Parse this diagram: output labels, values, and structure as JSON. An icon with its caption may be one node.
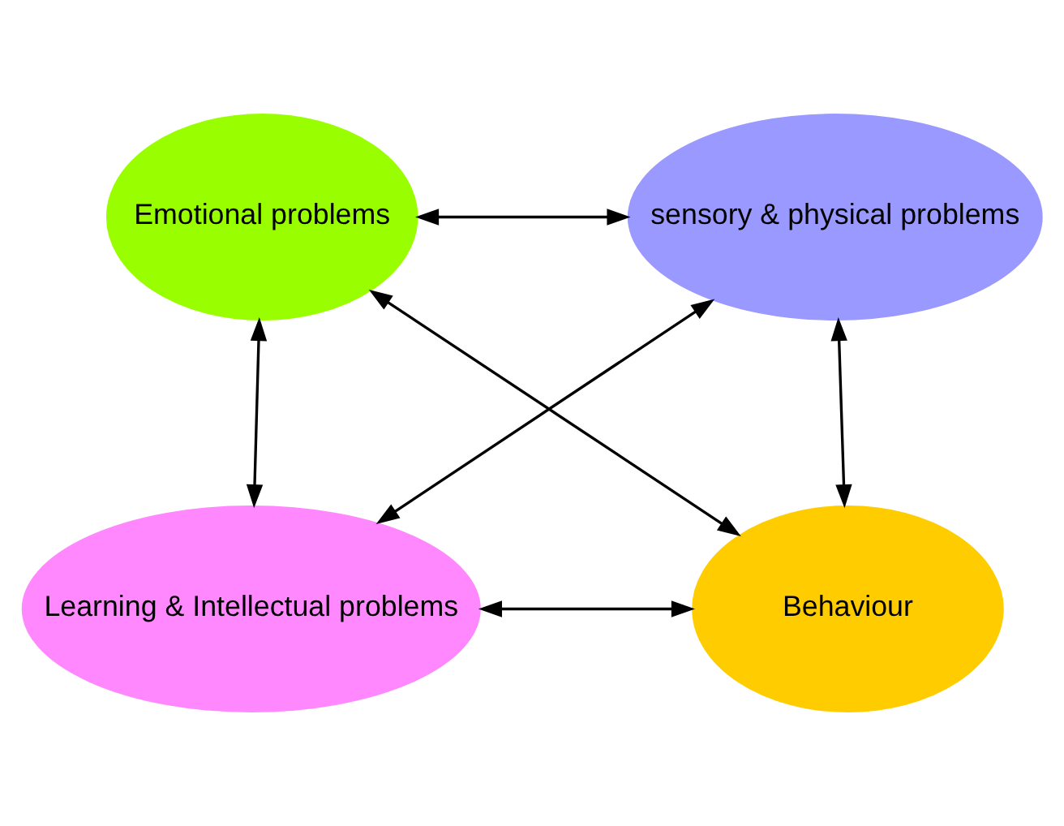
{
  "diagram": {
    "nodes": [
      {
        "text": [
          "Emotional problems"
        ]
      },
      {
        "text": [
          "sensory & physical problems"
        ]
      },
      {
        "text": [
          "Learning & Intellectual problems"
        ]
      },
      {
        "text": [
          "Behaviour"
        ]
      }
    ],
    "edges": [
      {
        "from": 0,
        "to": 1,
        "arrow": "both"
      },
      {
        "from": 0,
        "to": 2,
        "arrow": "both"
      },
      {
        "from": 1,
        "to": 3,
        "arrow": "both"
      },
      {
        "from": 2,
        "to": 3,
        "arrow": "both"
      },
      {
        "from": 0,
        "to": 3,
        "arrow": "both"
      },
      {
        "from": 1,
        "to": 2,
        "arrow": "both"
      }
    ]
  }
}
